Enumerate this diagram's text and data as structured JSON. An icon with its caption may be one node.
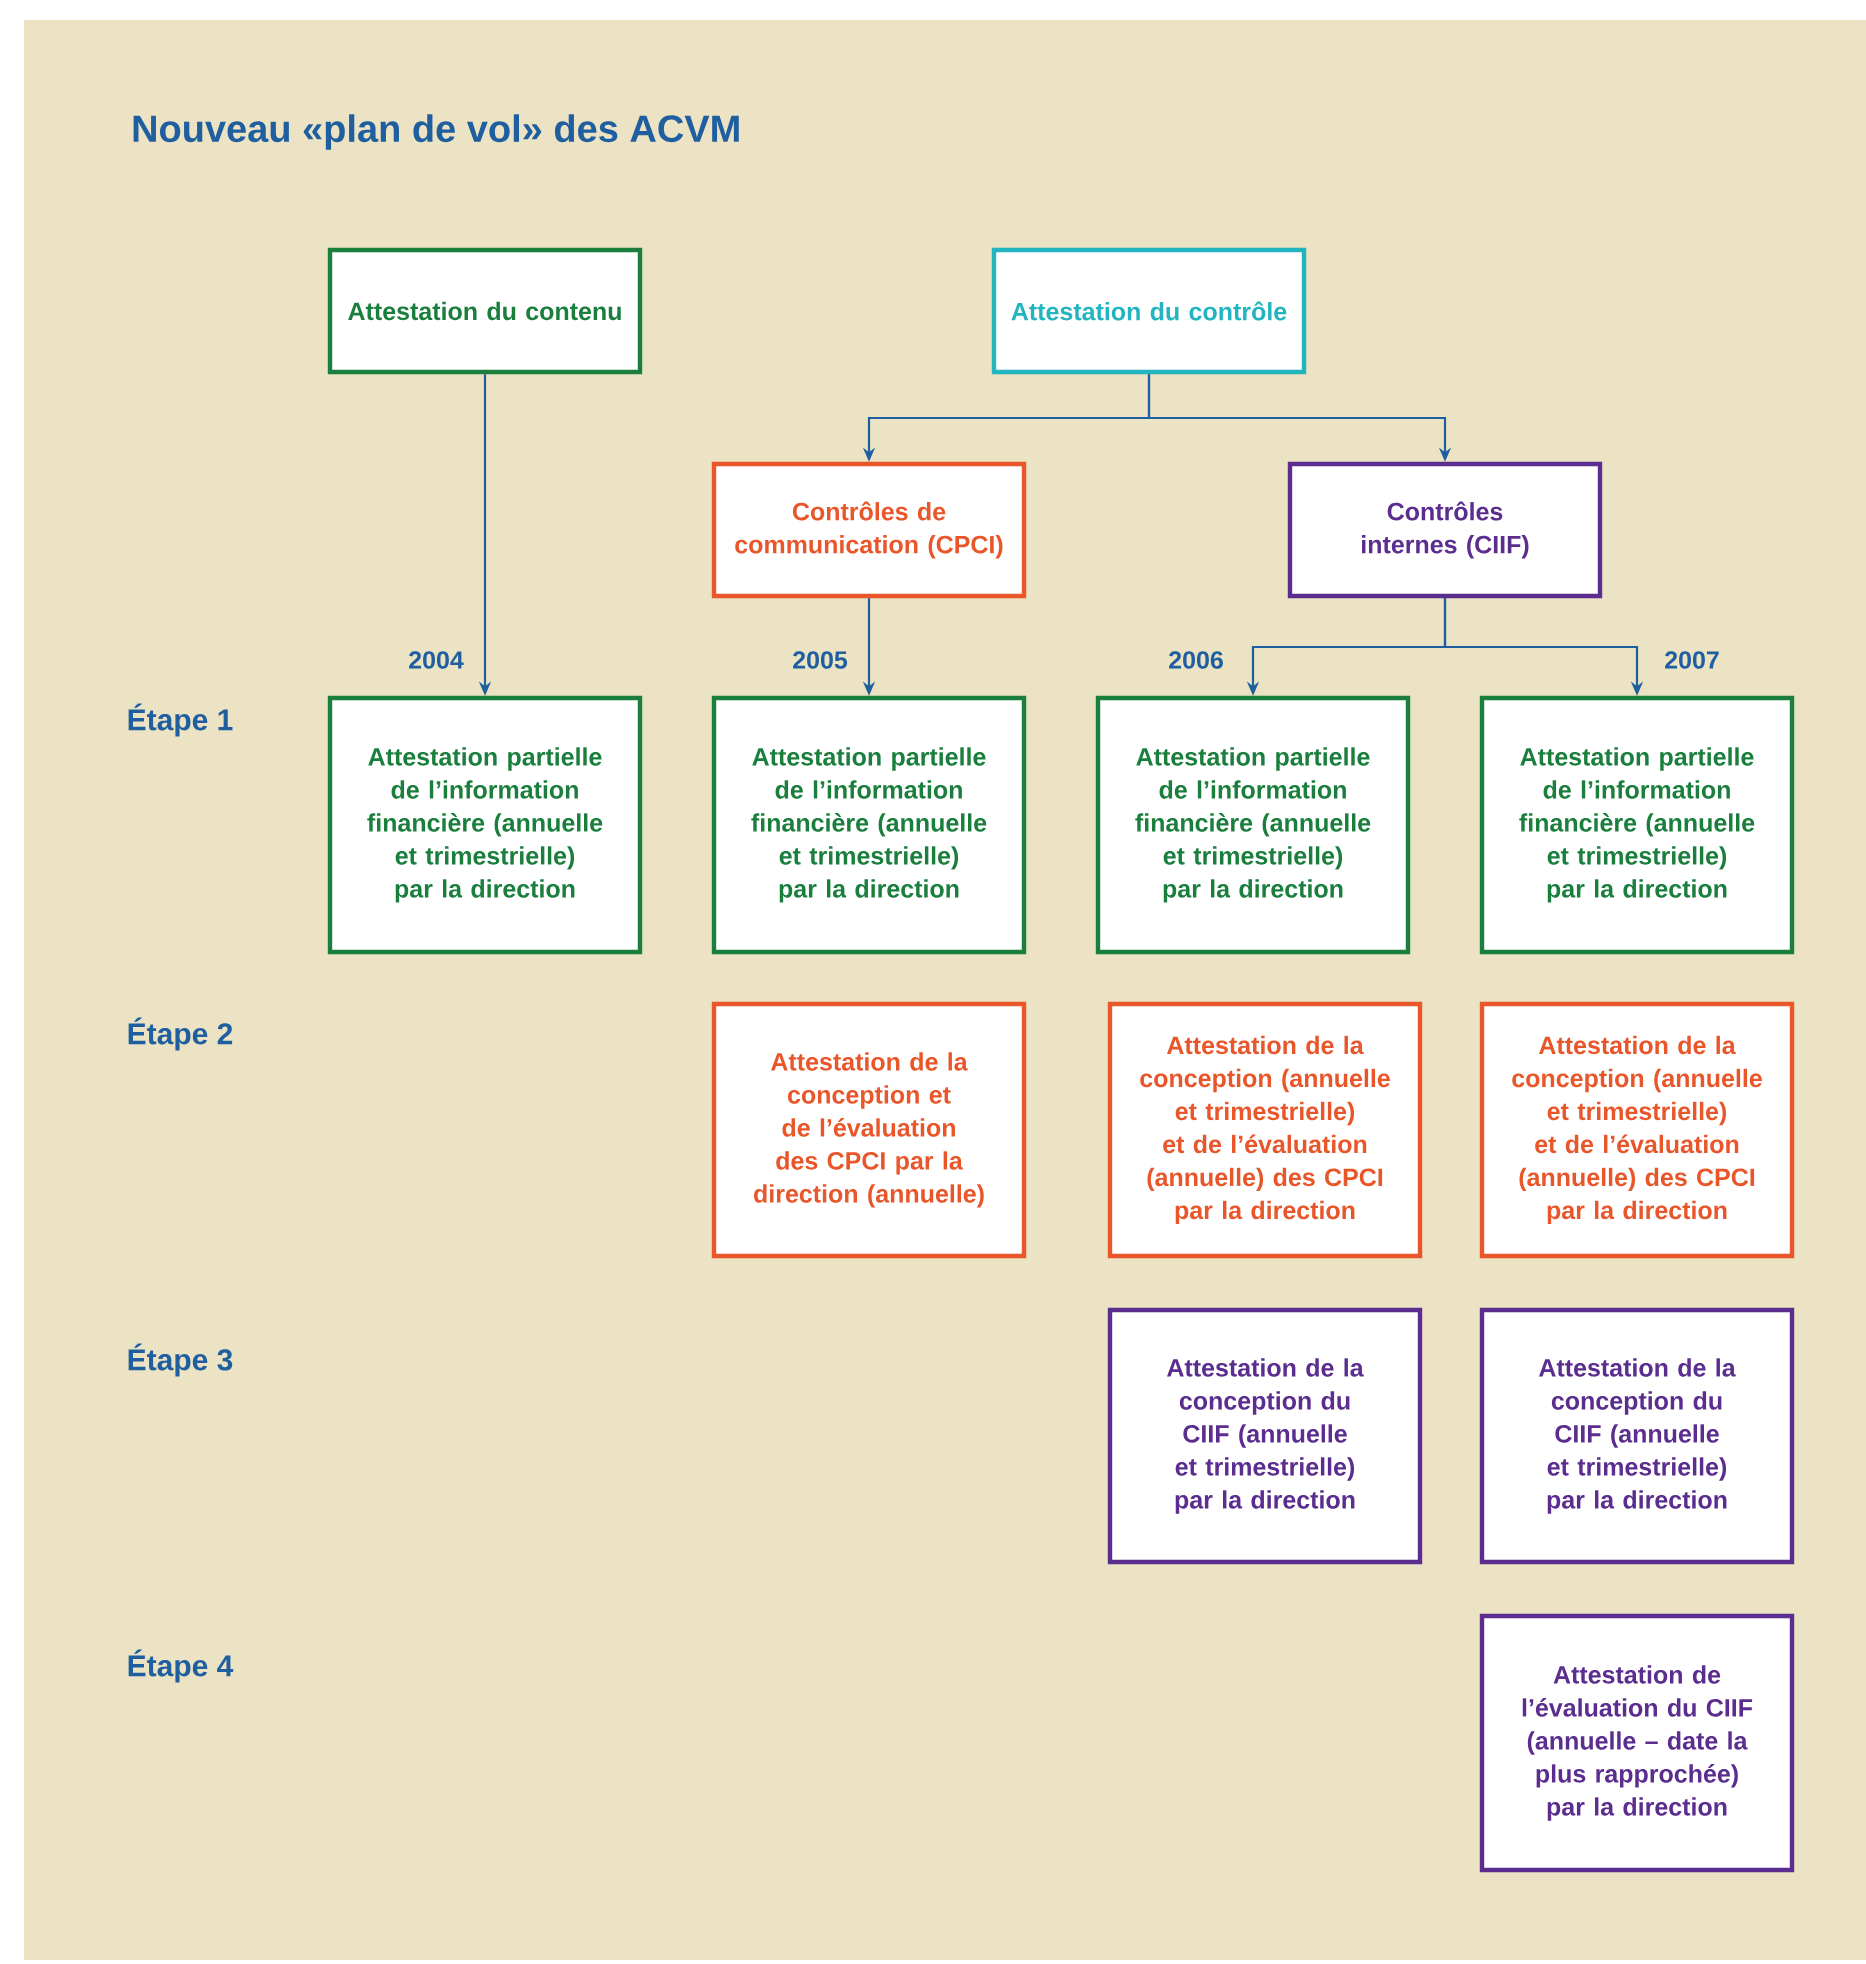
{
  "diagram": {
    "title": "Nouveau «plan de vol» des ACVM",
    "nodes": [
      {
        "text": [
          "Attestation du contenu"
        ]
      },
      {
        "text": [
          "Attestation du contrôle"
        ]
      },
      {
        "text": [
          "Contrôles de communication (CPCI)"
        ]
      },
      {
        "text": [
          "Contrôles internes (CIIF)"
        ]
      },
      {
        "text": [
          "Attestation partielle de l’information financière (annuelle et trimestrielle) par la direction"
        ],
        "beside": [
          "2004"
        ]
      },
      {
        "text": [
          "Attestation partielle de l’information financière (annuelle et trimestrielle) par la direction"
        ],
        "beside": [
          "2005"
        ]
      },
      {
        "text": [
          "Attestation partielle de l’information financière (annuelle et trimestrielle) par la direction"
        ],
        "beside": [
          "2006"
        ]
      },
      {
        "text": [
          "Attestation partielle de l’information financière (annuelle et trimestrielle) par la direction"
        ],
        "beside": [
          "2007"
        ]
      },
      {
        "text": [
          "Attestation de la conception et de l’évaluation des CPCI par la direction (annuelle)"
        ]
      },
      {
        "text": [
          "Attestation de la conception (annuelle et trimestrielle) et de l’évaluation (annuelle) des CPCI par la direction"
        ]
      },
      {
        "text": [
          "Attestation de la conception (annuelle et trimestrielle) et de l’évaluation (annuelle) des CPCI par la direction"
        ]
      },
      {
        "text": [
          "Attestation de la conception du CIIF (annuelle et trimestrielle) par la direction"
        ]
      },
      {
        "text": [
          "Attestation de la conception du CIIF (annuelle et trimestrielle) par la direction"
        ]
      },
      {
        "text": [
          "Attestation de l’évaluation du CIIF (annuelle – date la plus rapprochée) par la direction"
        ]
      }
    ],
    "edges": [
      {
        "from": 0,
        "to": 4,
        "arrow": "to"
      },
      {
        "from": 1,
        "to": 2,
        "arrow": "to"
      },
      {
        "from": 1,
        "to": 3,
        "arrow": "to"
      },
      {
        "from": 2,
        "to": 5,
        "arrow": "to"
      },
      {
        "from": 3,
        "to": 6,
        "arrow": "to"
      },
      {
        "from": 3,
        "to": 7,
        "arrow": "to"
      }
    ],
    "labels": [
      "Étape 1",
      "Étape 2",
      "Étape 3",
      "Étape 4"
    ]
  }
}
